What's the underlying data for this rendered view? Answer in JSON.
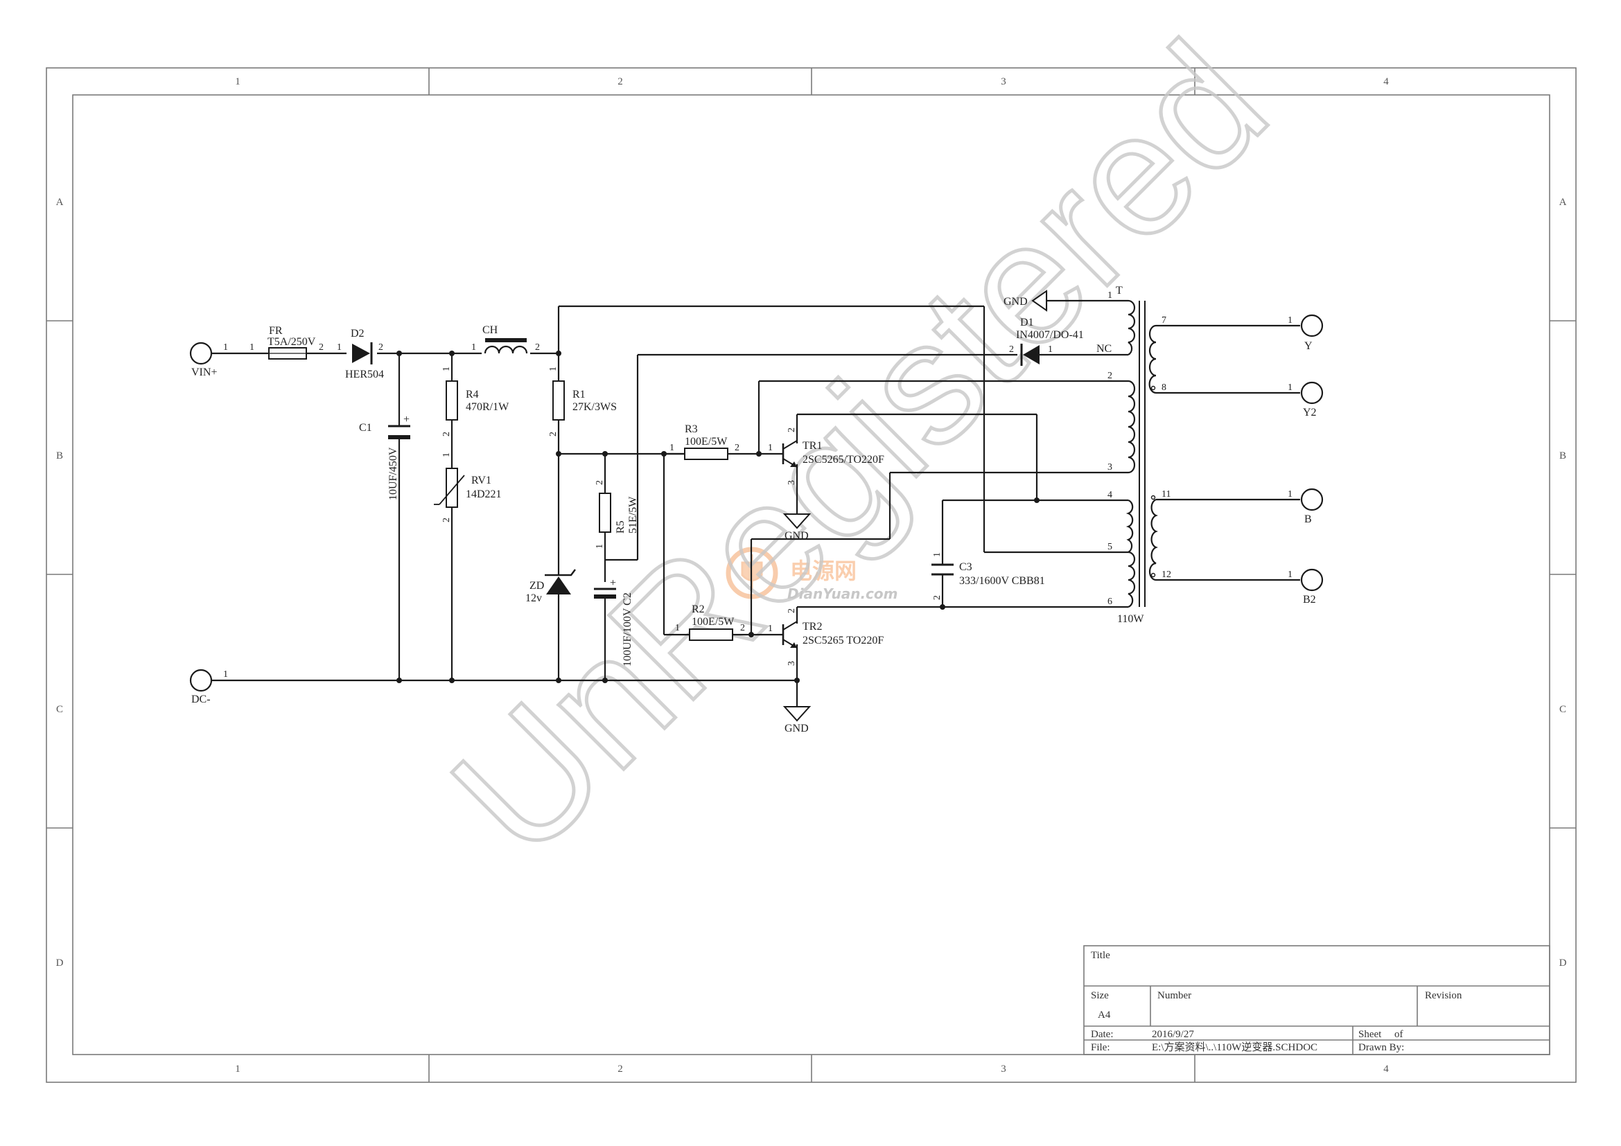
{
  "sheet": {
    "columns": [
      "1",
      "2",
      "3",
      "4"
    ],
    "rows": [
      "A",
      "B",
      "C",
      "D"
    ]
  },
  "terminals": {
    "vin": "VIN+",
    "dc": "DC-",
    "y": "Y",
    "y2": "Y2",
    "b": "B",
    "b2": "B2"
  },
  "components": {
    "fr": {
      "ref": "FR",
      "value": "T5A/250V"
    },
    "d2": {
      "ref": "D2",
      "value": "HER504"
    },
    "ch": {
      "ref": "CH"
    },
    "c1": {
      "ref": "C1",
      "value": "10UF/450V"
    },
    "r4": {
      "ref": "R4",
      "value": "470R/1W"
    },
    "rv1": {
      "ref": "RV1",
      "value": "14D221"
    },
    "r1": {
      "ref": "R1",
      "value": "27K/3WS"
    },
    "r5": {
      "ref": "R5",
      "value": "51E/5W"
    },
    "c2": {
      "value": "100UF/100V C2"
    },
    "zd": {
      "ref": "ZD",
      "value": "12v"
    },
    "r3": {
      "ref": "R3",
      "value": "100E/5W"
    },
    "r2": {
      "ref": "R2",
      "value": "100E/5W"
    },
    "tr1": {
      "ref": "TR1",
      "value": "2SC5265/TO220F"
    },
    "tr2": {
      "ref": "TR2",
      "value": "2SC5265 TO220F"
    },
    "c3": {
      "ref": "C3",
      "value": "333/1600V CBB81"
    },
    "d1": {
      "ref": "D1",
      "value": "IN4007/DO-41"
    },
    "t": {
      "ref": "T",
      "value": "110W"
    }
  },
  "net_labels": {
    "gnd": "GND",
    "nc": "NC"
  },
  "pins": {
    "p1": "1",
    "p2": "2",
    "p3": "3",
    "p4": "4",
    "p5": "5",
    "p6": "6",
    "p7": "7",
    "p8": "8",
    "p11": "11",
    "p12": "12"
  },
  "title_block": {
    "title_label": "Title",
    "size_label": "Size",
    "size_value": "A4",
    "number_label": "Number",
    "revision_label": "Revision",
    "date_label": "Date:",
    "date_value": "2016/9/27",
    "sheet_label": "Sheet",
    "of_label": "of",
    "file_label": "File:",
    "file_value": "E:\\方案资料\\..\\110W逆变器.SCHDOC",
    "drawn_by_label": "Drawn By:"
  },
  "watermarks": {
    "unregistered": "UnRegistered",
    "logo_cn": "电源网",
    "logo_en": "DianYuan.com"
  }
}
